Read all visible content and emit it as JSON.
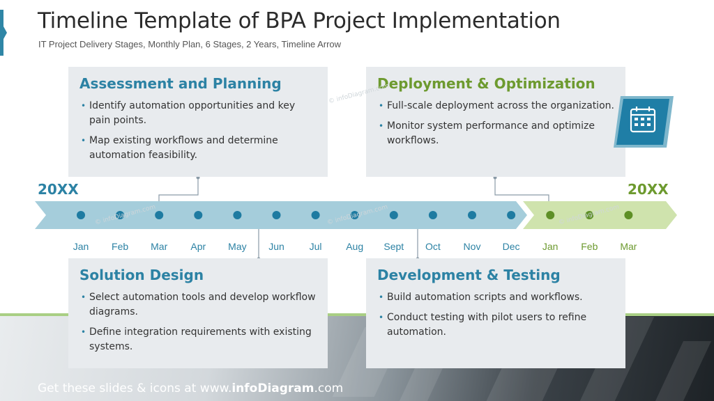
{
  "header": {
    "title": "Timeline Template of BPA Project Implementation",
    "subtitle": "IT Project Delivery Stages, Monthly Plan, 6 Stages, 2 Years, Timeline Arrow"
  },
  "timeline": {
    "year_start": "20XX",
    "year_end": "20XX",
    "months": [
      "Jan",
      "Feb",
      "Mar",
      "Apr",
      "May",
      "Jun",
      "Jul",
      "Aug",
      "Sept",
      "Oct",
      "Nov",
      "Dec",
      "Jan",
      "Feb",
      "Mar"
    ],
    "colors": {
      "year1": "#2c82a4",
      "year1_arrow": "#a5cddb",
      "year2": "#6d9a2f",
      "year2_arrow": "#cfe3ad",
      "dot1": "#1e7ba1",
      "dot2": "#5e8f26"
    }
  },
  "stages": {
    "assessment": {
      "title": "Assessment and Planning",
      "bullets": [
        "Identify automation opportunities and key pain points.",
        "Map existing workflows and determine automation feasibility."
      ]
    },
    "deployment": {
      "title": "Deployment & Optimization",
      "bullets": [
        "Full-scale deployment across the organization.",
        "Monitor system performance and optimize workflows."
      ]
    },
    "solution": {
      "title": "Solution Design",
      "bullets": [
        "Select automation tools and develop workflow diagrams.",
        "Define integration requirements with existing systems."
      ]
    },
    "development": {
      "title": "Development & Testing",
      "bullets": [
        "Build automation scripts and workflows.",
        "Conduct testing with pilot users to refine automation."
      ]
    }
  },
  "icons": {
    "calendar": "calendar-icon"
  },
  "footer": {
    "prefix": "Get these slides & icons at www.",
    "brand": "infoDiagram",
    "suffix": ".com"
  },
  "watermark": "© infoDiagram.com"
}
